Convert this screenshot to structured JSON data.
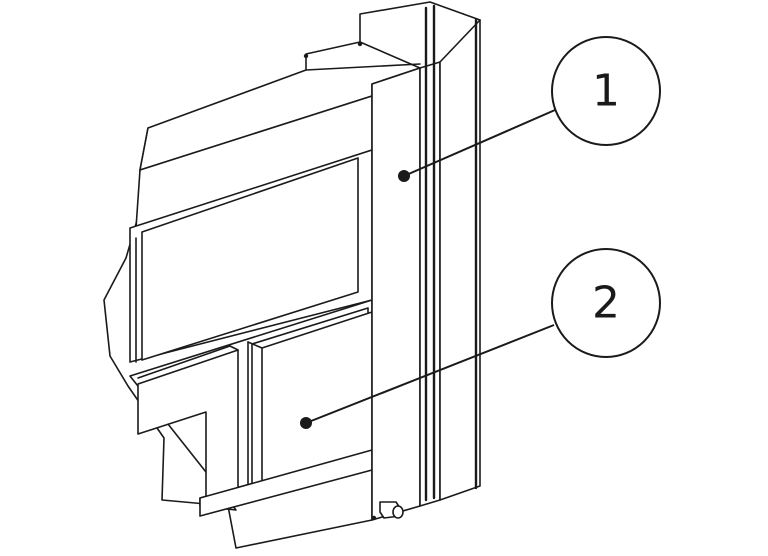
{
  "callouts": [
    {
      "id": "callout-1",
      "label": "1"
    },
    {
      "id": "callout-2",
      "label": "2"
    }
  ],
  "colors": {
    "stroke": "#1a1a1a",
    "background": "#ffffff"
  }
}
